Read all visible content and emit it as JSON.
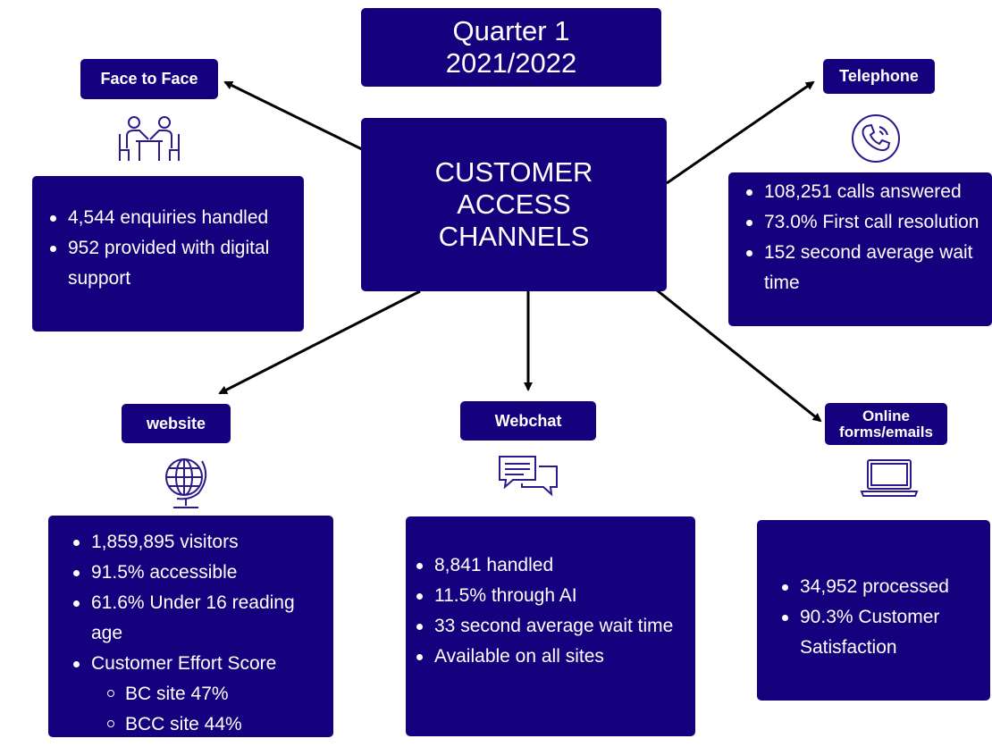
{
  "quarter": {
    "line1": "Quarter 1",
    "line2": "2021/2022"
  },
  "center": {
    "line1": "CUSTOMER",
    "line2": "ACCESS",
    "line3": "CHANNELS"
  },
  "channels": {
    "face_to_face": {
      "label": "Face to Face",
      "icon": "meeting-icon",
      "items": [
        "4,544 enquiries handled",
        "952 provided with digital support"
      ]
    },
    "telephone": {
      "label": "Telephone",
      "icon": "phone-icon",
      "items": [
        "108,251 calls answered",
        "73.0% First call resolution",
        "152 second average wait time"
      ]
    },
    "website": {
      "label": "website",
      "icon": "globe-icon",
      "items": [
        "1,859,895 visitors",
        "91.5% accessible",
        "61.6% Under 16 reading age",
        "Customer Effort Score"
      ],
      "subitems": [
        "BC site 47%",
        "BCC site 44%"
      ]
    },
    "webchat": {
      "label": "Webchat",
      "icon": "chat-icon",
      "items": [
        "8,841 handled",
        "11.5% through AI",
        "33 second average wait time",
        "Available on all sites"
      ]
    },
    "online": {
      "label_line1": "Online",
      "label_line2": "forms/emails",
      "icon": "laptop-icon",
      "items": [
        "34,952 processed",
        "90.3% Customer Satisfaction"
      ]
    }
  },
  "colors": {
    "box": "#15007d",
    "icon": "#2a1a8c",
    "arrow": "#000000"
  }
}
